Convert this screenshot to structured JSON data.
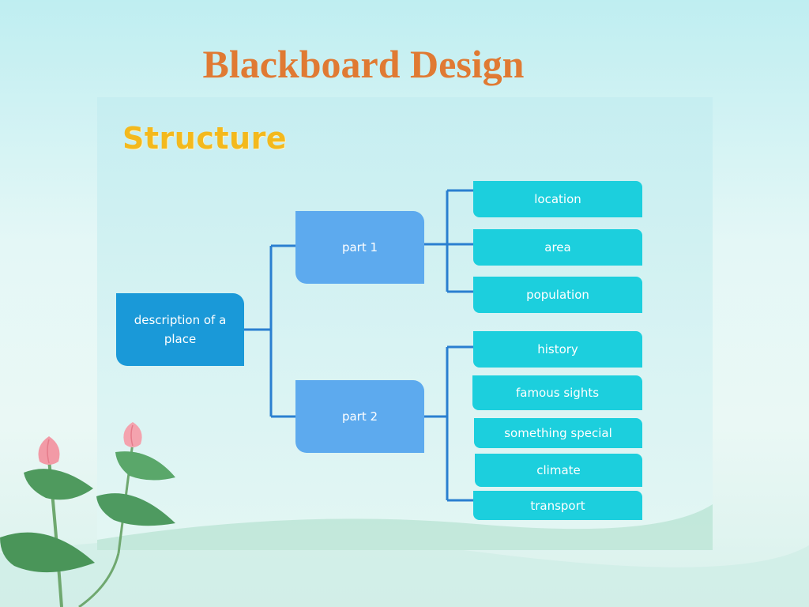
{
  "header": {
    "title": "Blackboard Design"
  },
  "diagram": {
    "section_title": "Structure",
    "root": {
      "label": "description of a place"
    },
    "parts": [
      {
        "label": "part 1",
        "children": [
          "location",
          "area",
          "population"
        ]
      },
      {
        "label": "part 2",
        "children": [
          "history",
          "famous sights",
          "something special",
          "climate",
          "transport"
        ]
      }
    ]
  },
  "colors": {
    "title": "#e07a33",
    "section_title": "#f3b91d",
    "root_node": "#1a99d8",
    "part_node": "#5daaee",
    "leaf_node": "#1ccfdd",
    "connector": "#2a7fd0"
  }
}
